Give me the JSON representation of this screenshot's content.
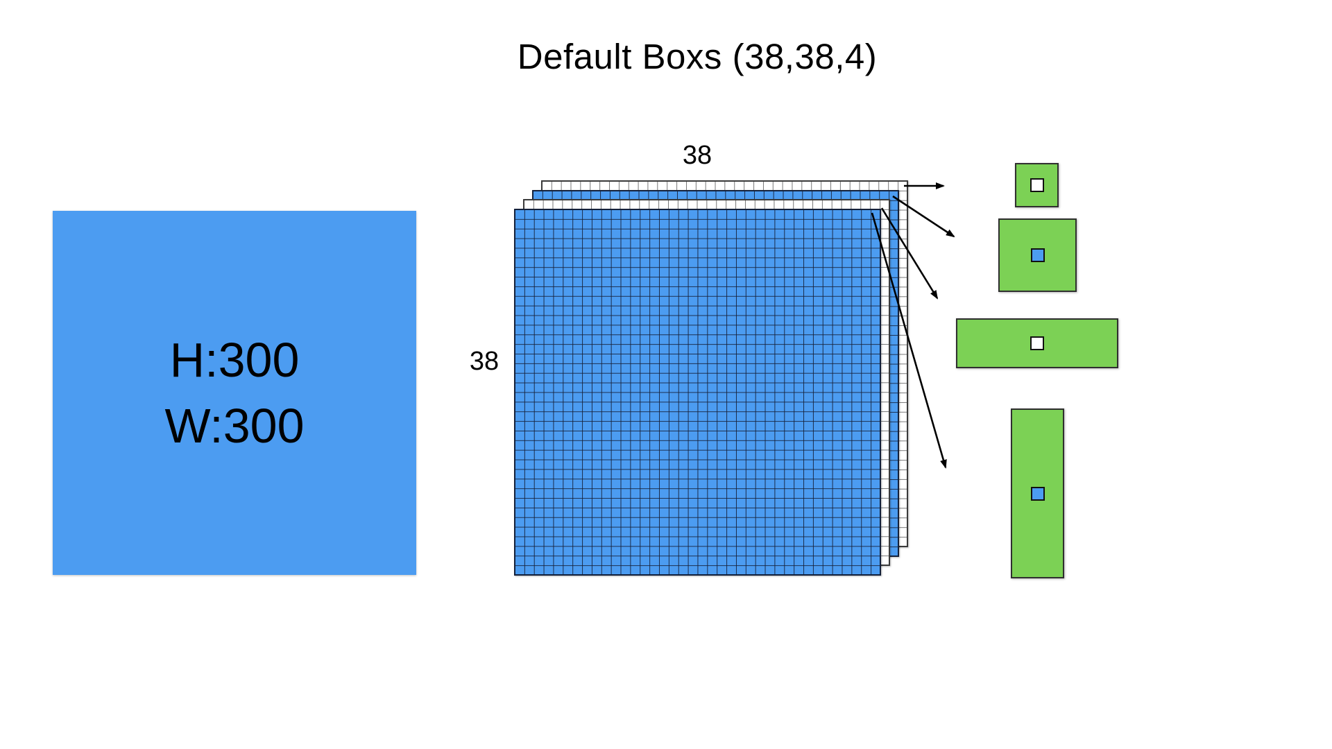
{
  "title": "Default Boxs (38,38,4)",
  "input_image": {
    "height_label": "H:300",
    "width_label": "W:300"
  },
  "feature_map": {
    "top_label": "38",
    "left_label": "38",
    "grid_rows": 38,
    "grid_cols": 38,
    "num_layers": 4
  },
  "default_boxes": [
    {
      "name": "small-square",
      "center_fill": "white"
    },
    {
      "name": "medium-square",
      "center_fill": "blue"
    },
    {
      "name": "wide-rectangle",
      "center_fill": "white"
    },
    {
      "name": "tall-rectangle",
      "center_fill": "blue"
    }
  ],
  "colors": {
    "blue": "#4C9CF1",
    "green": "#7CD155",
    "blue-grid-line": "#16213A",
    "white-grid-line": "#4A4A4A",
    "box-border": "#2F2F2F",
    "arrow": "#000000"
  }
}
